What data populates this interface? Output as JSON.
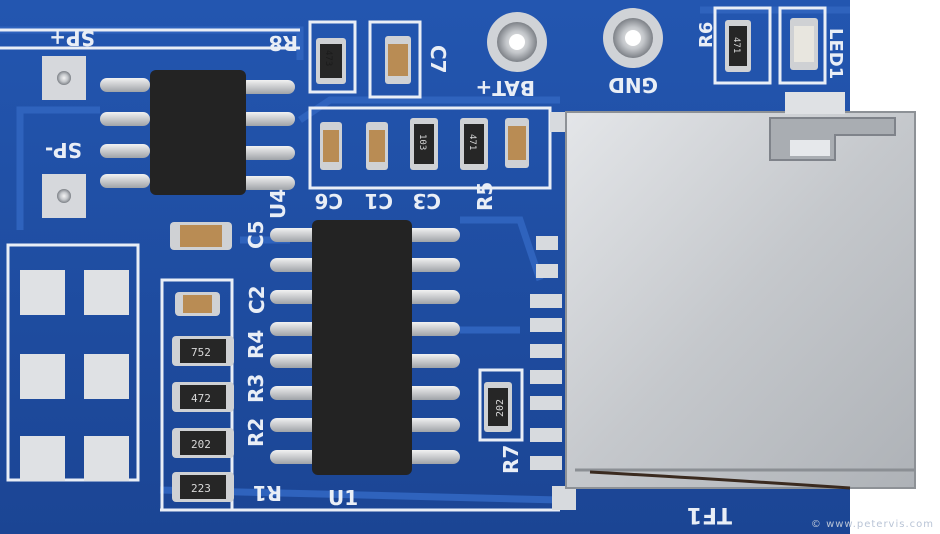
{
  "image": {
    "subject": "blue PCB audio module with microSD card slot",
    "colors": {
      "board": "#1f4fa3",
      "board_dark": "#173d86",
      "trace": "#2f63bd",
      "silkscreen": "#e9eef6",
      "pad": "#d2d6dc",
      "chip": "#232323",
      "socket": "#c9ccd0"
    }
  },
  "silkscreen": {
    "sp_plus": "SP+",
    "sp_minus": "SP-",
    "r8": "R8",
    "c7": "C7",
    "bat_plus": "BAT+",
    "gnd": "GND",
    "r6": "R6",
    "led1": "LED1",
    "c6": "C6",
    "c1": "C1",
    "c3": "C3",
    "r5": "R5",
    "u4": "U4",
    "c5": "C5",
    "c2": "C2",
    "r4": "R4",
    "r3": "R3",
    "r2": "R2",
    "r1": "R1",
    "u1": "U1",
    "r7": "R7",
    "tf1": "TF1"
  },
  "component_codes": {
    "r8": "473",
    "r6": "471",
    "c3": "103",
    "r5": "471",
    "r4": "752",
    "r3": "472",
    "r2": "202",
    "r1": "223",
    "r7": "202"
  },
  "credit": "© www.petervis.com"
}
